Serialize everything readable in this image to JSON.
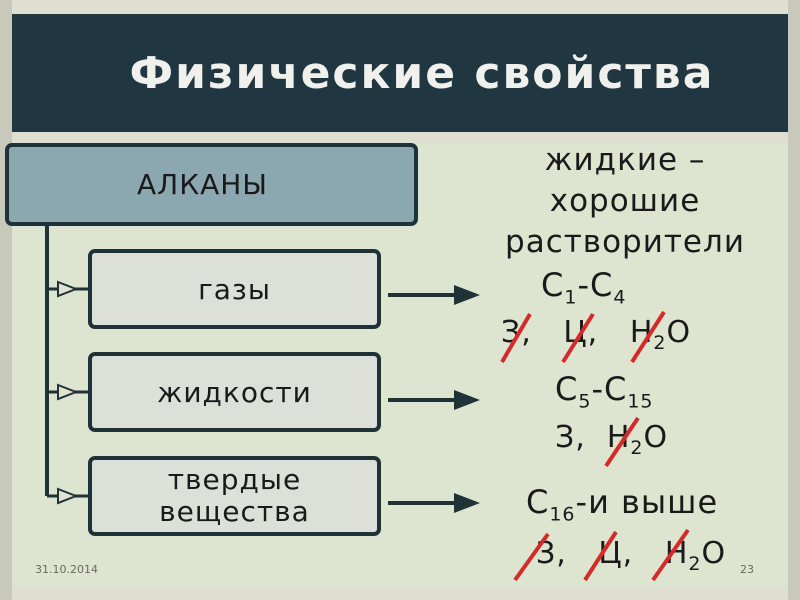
{
  "title": "Физические свойства",
  "root": {
    "label": "АЛКАНЫ"
  },
  "note": {
    "line1": "жидкие –",
    "line2": "хорошие",
    "line3": "растворители"
  },
  "branches": [
    {
      "label": "газы",
      "formula": {
        "a": "C",
        "a_sub": "1",
        "dash": "-",
        "b": "C",
        "b_sub": "4"
      },
      "props": {
        "p1": "З,",
        "p2": "Ц,",
        "p3a": "Н",
        "p3_sub": "2",
        "p3b": "О"
      }
    },
    {
      "label": "жидкости",
      "formula": {
        "a": "C",
        "a_sub": "5",
        "dash": "-",
        "b": "C",
        "b_sub": "15"
      },
      "props": {
        "p1": "З,",
        "p3a": "Н",
        "p3_sub": "2",
        "p3b": "О"
      }
    },
    {
      "label_line1": "твердые",
      "label_line2": "вещества",
      "formula": {
        "a": "C",
        "a_sub": "16",
        "rest": "-и выше"
      },
      "props": {
        "p1": "З,",
        "p2": "Ц,",
        "p3a": "Н",
        "p3_sub": "2",
        "p3b": "О"
      }
    }
  ],
  "footer": {
    "date": "31.10.2014",
    "page": "23"
  },
  "colors": {
    "title_bg": "#203640",
    "root_box": "#8ba7b0",
    "child_box": "#dde0d8",
    "strike": "#d42a2a",
    "content_bg": "#dde5d0"
  }
}
